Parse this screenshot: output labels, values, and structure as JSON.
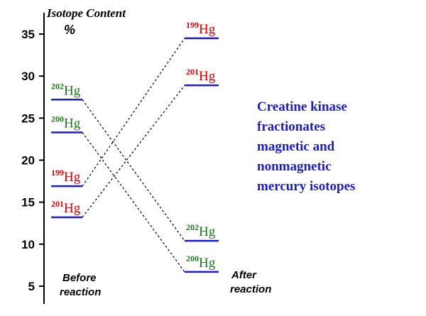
{
  "chart_data": {
    "type": "line",
    "title": "",
    "ylabel": "Isotope Content",
    "yunit": "%",
    "ylim": [
      4,
      37
    ],
    "yticks": [
      "5",
      "10",
      "15",
      "20",
      "25",
      "30",
      "35"
    ],
    "conditions": [
      {
        "name": "before",
        "lines": [
          "Before",
          "reaction"
        ]
      },
      {
        "name": "after",
        "lines": [
          "After",
          "reaction"
        ]
      }
    ],
    "series": [
      {
        "mass": "199",
        "element": "Hg",
        "before": 16.9,
        "after": 34.5,
        "color": "#dd0000"
      },
      {
        "mass": "200",
        "element": "Hg",
        "before": 23.3,
        "after": 6.7,
        "color": "#1a7a1a"
      },
      {
        "mass": "201",
        "element": "Hg",
        "before": 13.2,
        "after": 28.9,
        "color": "#dd0000"
      },
      {
        "mass": "202",
        "element": "Hg",
        "before": 27.2,
        "after": 10.4,
        "color": "#1a7a1a"
      }
    ],
    "annotation": [
      "Creatine kinase",
      "fractionates",
      "magnetic and",
      "nonmagnetic",
      "mercury isotopes"
    ],
    "level_color": "#1a1adb",
    "annotation_color": "#1a1adb"
  }
}
